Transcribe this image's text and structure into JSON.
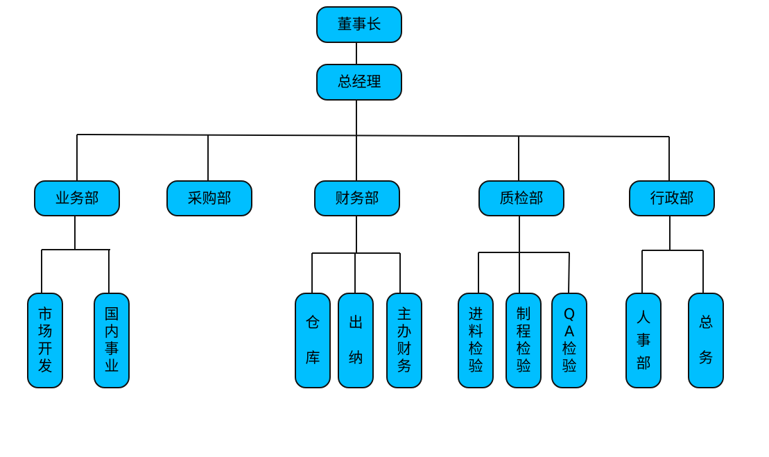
{
  "colors": {
    "node_fill": "#00BFFF",
    "line": "#111111"
  },
  "nodes": {
    "chairman": "董事长",
    "general_manager": "总经理",
    "business_dept": "业务部",
    "purchasing_dept": "采购部",
    "finance_dept": "财务部",
    "quality_dept": "质检部",
    "admin_dept": "行政部",
    "market_dev": [
      "市",
      "场",
      "开",
      "发"
    ],
    "domestic_business": [
      "国",
      "内",
      "事",
      "业"
    ],
    "warehouse": [
      "仓",
      "库"
    ],
    "cashier": [
      "出",
      "纳"
    ],
    "chief_accountant": [
      "主",
      "办",
      "财",
      "务"
    ],
    "incoming_inspection": [
      "进",
      "料",
      "检",
      "验"
    ],
    "process_inspection": [
      "制",
      "程",
      "检",
      "验"
    ],
    "qa_inspection": [
      "Q",
      "A",
      "检",
      "验"
    ],
    "hr_dept": [
      "人",
      "事",
      "部"
    ],
    "general_affairs": [
      "总",
      "务"
    ]
  }
}
